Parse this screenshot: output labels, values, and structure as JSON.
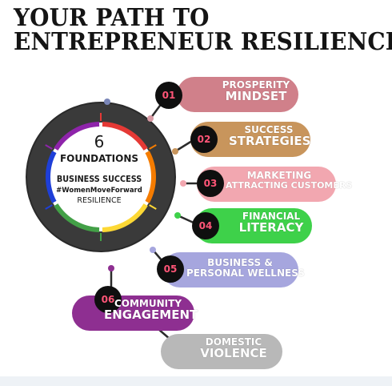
{
  "title": {
    "line1": "YOUR PATH TO",
    "line2": "ENTREPRENEUR RESILIENCE"
  },
  "center": {
    "number": "6",
    "foundations": "FOUNDATIONS",
    "business_success": "BUSINESS SUCCESS",
    "hashtag": "#WomenMoveForward",
    "resilience": "RESILIENCE"
  },
  "items": [
    {
      "num": "01",
      "line1": "PROSPERITY",
      "line2": "MINDSET",
      "color": "#d0808a"
    },
    {
      "num": "02",
      "line1": "SUCCESS",
      "line2": "STRATEGIES",
      "color": "#c8955c"
    },
    {
      "num": "03",
      "line1": "MARKETING",
      "line2": "ATTRACTING CUSTOMERS",
      "color": "#f2a7b0"
    },
    {
      "num": "04",
      "line1": "FINANCIAL",
      "line2": "LITERACY",
      "color": "#3ed14a"
    },
    {
      "num": "05",
      "line1": "BUSINESS &",
      "line2": "PERSONAL WELLNESS",
      "color": "#a6a6de"
    },
    {
      "num": "06",
      "line1": "COMMUNITY",
      "line2": "ENGAGEMENT",
      "color": "#8e2f91"
    }
  ],
  "extra": {
    "line1": "DOMESTIC",
    "line2": "VIOLENCE",
    "color": "#b8b8b8"
  },
  "ring_colors": [
    "#e53935",
    "#f57c00",
    "#fdd835",
    "#43a047",
    "#1e3fd8",
    "#8e24aa"
  ]
}
